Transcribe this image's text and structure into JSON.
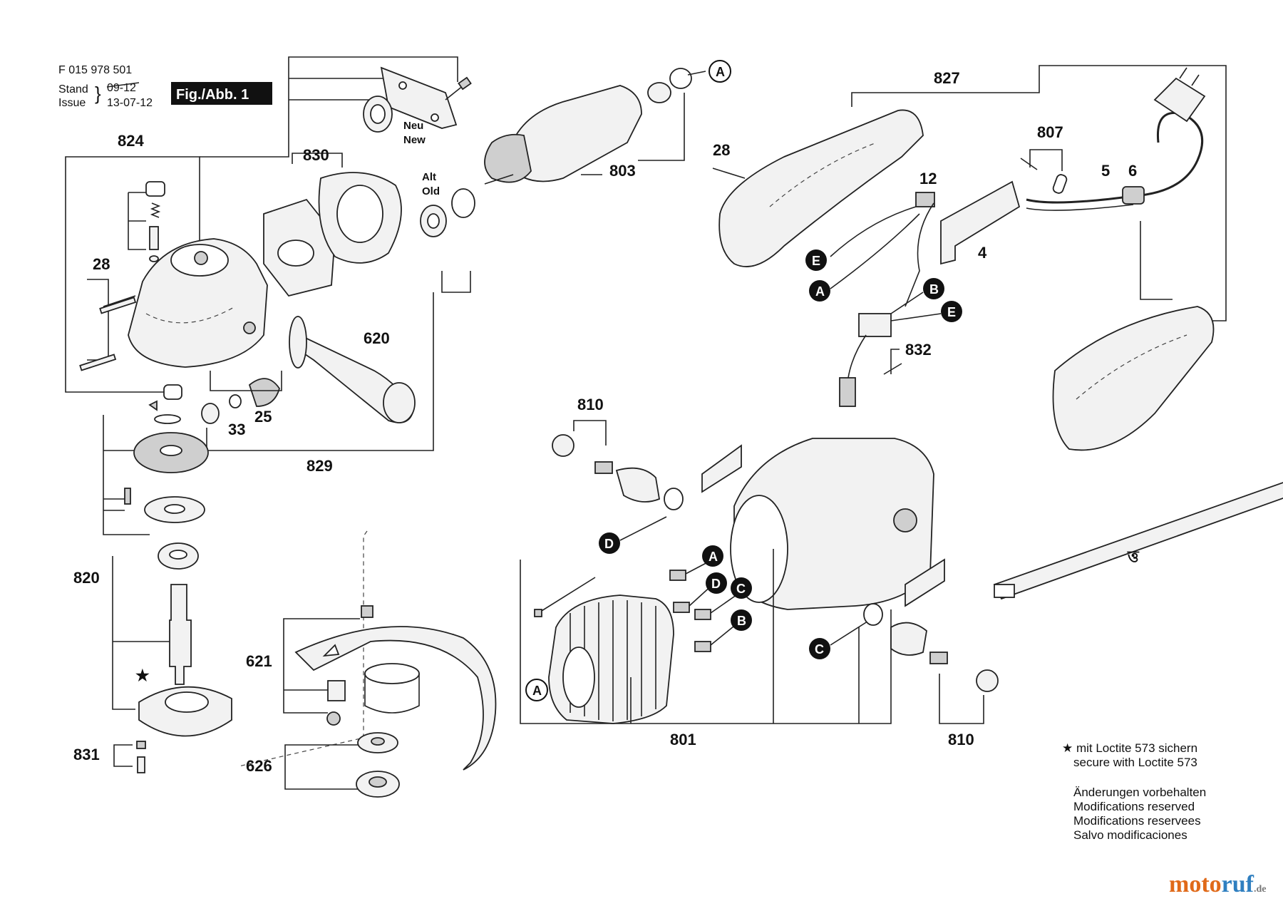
{
  "header": {
    "doc_number": "F 015 978 501",
    "stand_label": "Stand",
    "issue_label": "Issue",
    "date_old": "09-12",
    "date_new": "13-07-12",
    "figure_label": "Fig./Abb. 1"
  },
  "annotations": {
    "neu": "Neu",
    "new": "New",
    "alt": "Alt",
    "old": "Old"
  },
  "parts": {
    "p824": "824",
    "p830": "830",
    "p28a": "28",
    "p620": "620",
    "p803": "803",
    "p33": "33",
    "p25": "25",
    "p829": "829",
    "p820": "820",
    "p831": "831",
    "p621": "621",
    "p626": "626",
    "p810a": "810",
    "p801": "801",
    "p810b": "810",
    "p827": "827",
    "p28b": "28",
    "p12": "12",
    "p807": "807",
    "p5": "5",
    "p6": "6",
    "p4": "4",
    "p832": "832"
  },
  "connectors": {
    "A": "A",
    "B": "B",
    "C": "C",
    "D": "D",
    "E": "E"
  },
  "notes": {
    "star_de": "★ mit Loctite 573 sichern",
    "star_en": "secure with Loctite 573",
    "mod_de": "Änderungen vorbehalten",
    "mod_en": "Modifications reserved",
    "mod_fr": "Modifications reservees",
    "mod_es": "Salvo modificaciones"
  },
  "watermark": {
    "part_a": "moto",
    "part_b": "ruf",
    "part_c": ".de"
  },
  "colors": {
    "ink": "#111111",
    "watermark_orange": "#e06a1a",
    "watermark_blue": "#2f7fc0"
  }
}
